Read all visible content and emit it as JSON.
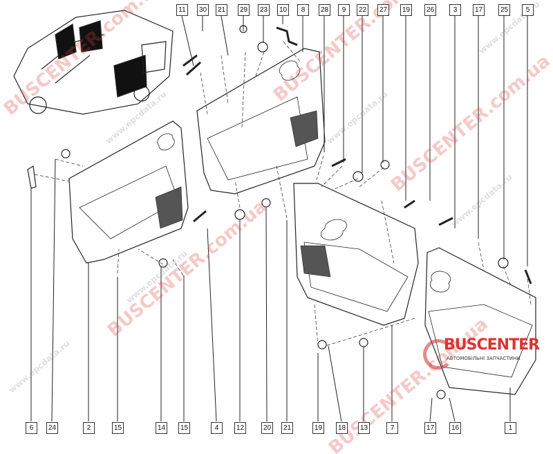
{
  "diagram": {
    "top_labels": [
      "11",
      "30",
      "21",
      "29",
      "23",
      "10",
      "8",
      "28",
      "9",
      "22",
      "27",
      "19",
      "26",
      "3",
      "17",
      "25",
      "5"
    ],
    "bottom_labels": [
      "6",
      "24",
      "2",
      "15",
      "14",
      "15",
      "4",
      "12",
      "20",
      "21",
      "19",
      "18",
      "13",
      "7",
      "17",
      "16",
      "1"
    ]
  },
  "watermarks": {
    "primary": "BUSCENTER.com.ua",
    "secondary": "www.epcdata.ru"
  },
  "logo": {
    "name": "BUSCENTER",
    "tagline": "АВТОМОБІЛЬНІ ЗАПЧАСТИНИ"
  },
  "colors": {
    "line": "#222222",
    "watermark": "#dc3c3c"
  }
}
